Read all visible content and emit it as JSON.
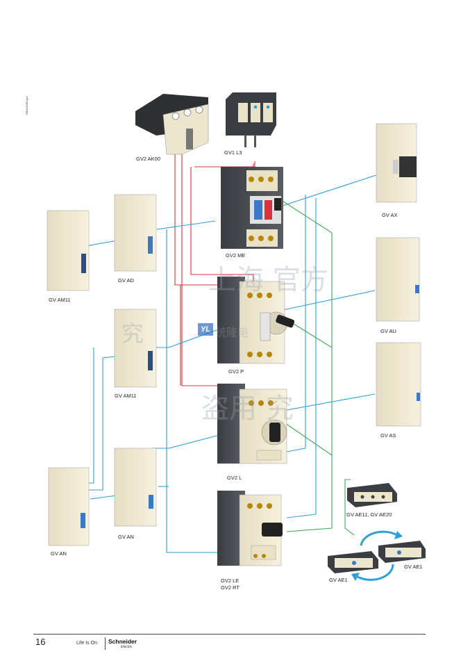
{
  "colors": {
    "red_wire": "#d8323c",
    "blue_wire": "#2a9fd8",
    "green_wire": "#3cab55",
    "body_dark": "#45484c",
    "body_light": "#efe8cf",
    "accent_blue": "#3b78c6"
  },
  "labels": {
    "gv2ak00": "GV2 AK00",
    "gv1l3": "GV1 L3",
    "gv2me": "GV2 ME",
    "gv2p": "GV2 P",
    "gv2l": "GV2 L",
    "gv2le": "GV2 LE",
    "gv2rt": "GV2 RT",
    "gvax": "GV AX",
    "gvau": "GV AU",
    "gvas": "GV AS",
    "gvad": "GV AD",
    "gvam11_left": "GV AM11",
    "gvam11_mid": "GV AM11",
    "gvan_left": "GV AN",
    "gvan_mid": "GV AN",
    "gvae11": "GV AE11, GV AE20",
    "gvae1_left": "GV AE1",
    "gvae1_right": "GV AE1"
  },
  "watermark": {
    "line1": "上海    官方",
    "line2": "究",
    "line3": "盗用    究",
    "logo": "YL",
    "mid": "统隆电"
  },
  "doc_code": "DB415289.eps",
  "footer": {
    "page_number": "16",
    "tagline": "Life Is On",
    "brand": "Schneider",
    "brand_sub": "Electric"
  }
}
